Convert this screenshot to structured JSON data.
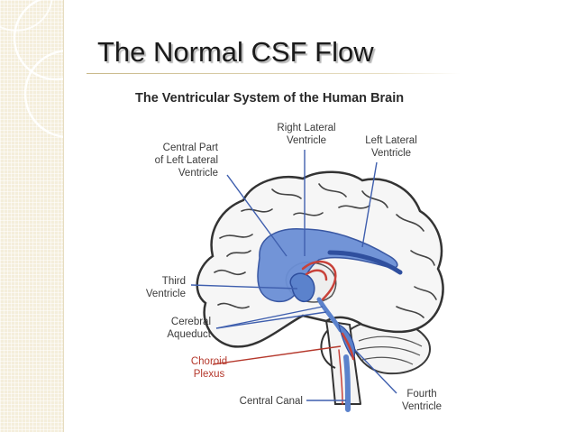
{
  "slide": {
    "title": "The Normal CSF Flow"
  },
  "figure": {
    "title": "The Ventricular System of the Human Brain",
    "labels": {
      "right_lateral_1": "Right Lateral",
      "right_lateral_2": "Ventricle",
      "left_lateral_1": "Left Lateral",
      "left_lateral_2": "Ventricle",
      "central_part_1": "Central Part",
      "central_part_2": "of Left Lateral",
      "central_part_3": "Ventricle",
      "third_1": "Third",
      "third_2": "Ventricle",
      "aqueduct_1": "Cerebral",
      "aqueduct_2": "Aqueduct",
      "choroid_1": "Choroid",
      "choroid_2": "Plexus",
      "central_canal": "Central Canal",
      "fourth_1": "Fourth",
      "fourth_2": "Ventricle"
    },
    "colors": {
      "ventricle": "#5b82cc",
      "ventricle_dark": "#2f4f9e",
      "choroid": "#c8423a",
      "brain_outline": "#3a3a3a",
      "leader_line": "#3f5fae",
      "side_panel": "#f4eedb"
    }
  }
}
